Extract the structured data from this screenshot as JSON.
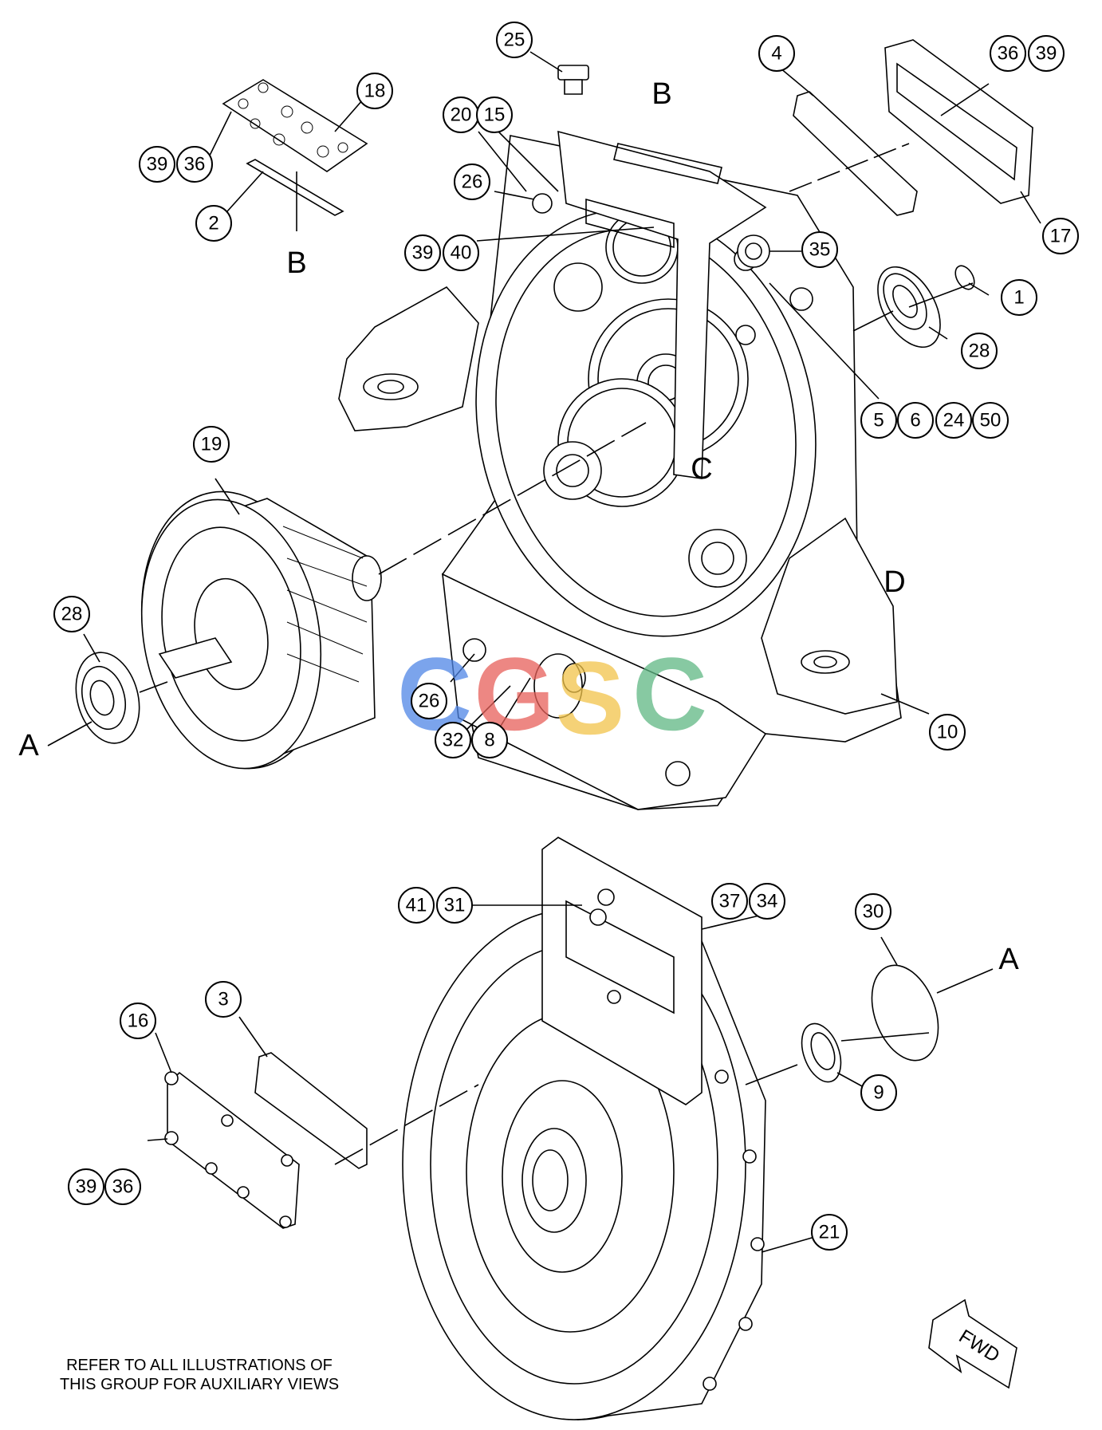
{
  "callouts": [
    {
      "label": "25"
    },
    {
      "label": "20"
    },
    {
      "label": "15"
    },
    {
      "label": "18"
    },
    {
      "label": "39"
    },
    {
      "label": "36"
    },
    {
      "label": "2"
    },
    {
      "label": "26"
    },
    {
      "label": "39"
    },
    {
      "label": "40"
    },
    {
      "label": "4"
    },
    {
      "label": "36"
    },
    {
      "label": "39"
    },
    {
      "label": "17"
    },
    {
      "label": "35"
    },
    {
      "label": "1"
    },
    {
      "label": "28"
    },
    {
      "label": "5"
    },
    {
      "label": "6"
    },
    {
      "label": "24"
    },
    {
      "label": "50"
    },
    {
      "label": "19"
    },
    {
      "label": "28"
    },
    {
      "label": "26"
    },
    {
      "label": "32"
    },
    {
      "label": "8"
    },
    {
      "label": "10"
    },
    {
      "label": "41"
    },
    {
      "label": "31"
    },
    {
      "label": "37"
    },
    {
      "label": "34"
    },
    {
      "label": "30"
    },
    {
      "label": "3"
    },
    {
      "label": "16"
    },
    {
      "label": "9"
    },
    {
      "label": "39"
    },
    {
      "label": "36"
    },
    {
      "label": "21"
    }
  ],
  "view_letters": [
    "B",
    "B",
    "C",
    "D",
    "A",
    "A"
  ],
  "fwd_label": "FWD",
  "watermark": {
    "letters": [
      "C",
      "G",
      "S",
      "C"
    ],
    "colors": [
      "#4f86e6",
      "#e8605a",
      "#f2c44a",
      "#5fb884"
    ]
  },
  "note": {
    "line1": "REFER TO ALL ILLUSTRATIONS OF",
    "line2": "THIS GROUP FOR AUXILIARY VIEWS"
  }
}
